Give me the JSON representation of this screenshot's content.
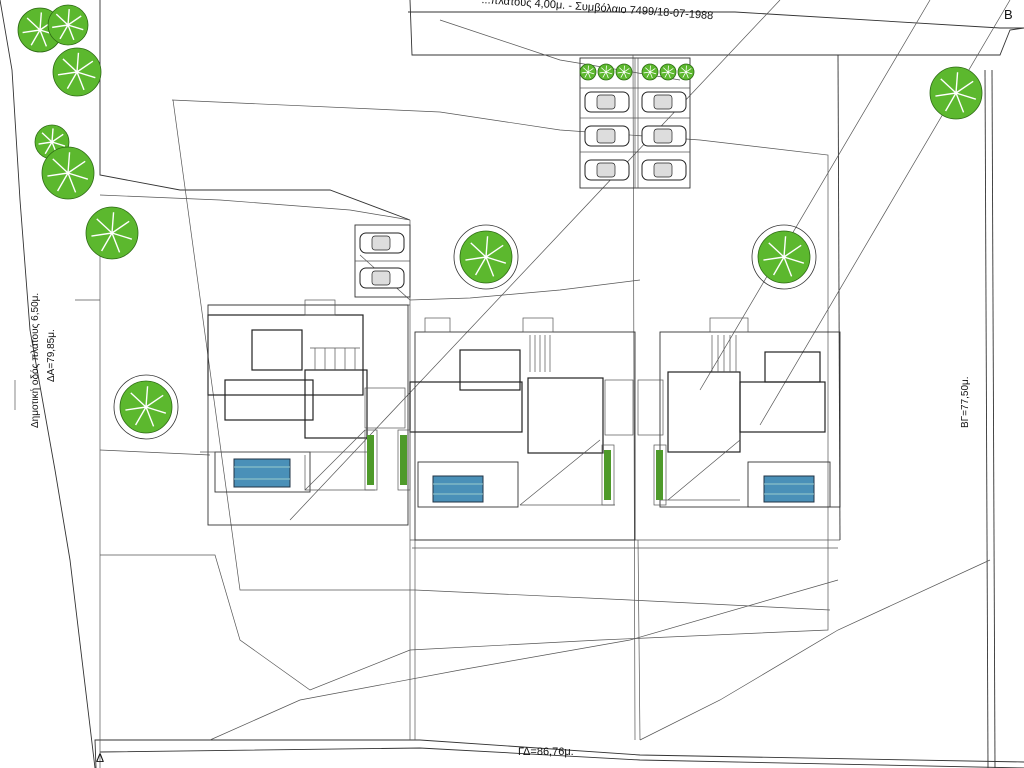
{
  "labels": {
    "top_road": "...πλάτους 4,00μ. - Συμβόλαιο 7499/18-07-1988",
    "corner_b": "Β",
    "left_road": "Δημοτική οδός πλάτους 6,50μ.",
    "left_length": "ΔΑ=79,85μ.",
    "right_length": "ΒΓ=77,50μ.",
    "bottom_length": "ΓΔ=86,76μ.",
    "corner_d": "Δ"
  },
  "colors": {
    "tree": "#5cb82e",
    "pool": "#4a90b8",
    "planter": "#4e9a2a",
    "line": "#333333"
  }
}
